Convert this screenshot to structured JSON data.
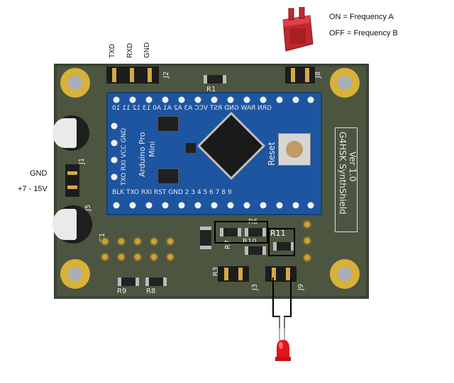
{
  "legend": {
    "on": "ON = Frequency  A",
    "off": "OFF = Frequency B"
  },
  "header_pins": {
    "txd": "TXD",
    "rxd": "RXD",
    "gnd": "GND"
  },
  "power": {
    "gnd": "GND",
    "voltage": "+7 - 15V"
  },
  "board": {
    "name": "G4HSK SynthShield",
    "version": "Ver 1.0",
    "refs": {
      "j2": "J2",
      "j8": "J8",
      "j3": "J3",
      "j9": "J9",
      "j1": "J1",
      "j5": "J5",
      "r1": "R1",
      "r3": "R3",
      "r6": "R6",
      "r7": "R7",
      "r8": "R8",
      "r9": "R9",
      "r10": "R10",
      "r11": "R11",
      "c1": "C1"
    }
  },
  "arduino": {
    "title_line1": "Arduino Pro",
    "title_line2": "Mini",
    "reset": "Reset",
    "top_pins": "GRN  RAW GND RST VCC A3  A2  A1  A0  13  12  11  10",
    "bottom_pins": "BLK TXO RXI RST GND  2   3   4   5   6   7   8   9",
    "left_pins": "TXO RXI VCC GND"
  }
}
